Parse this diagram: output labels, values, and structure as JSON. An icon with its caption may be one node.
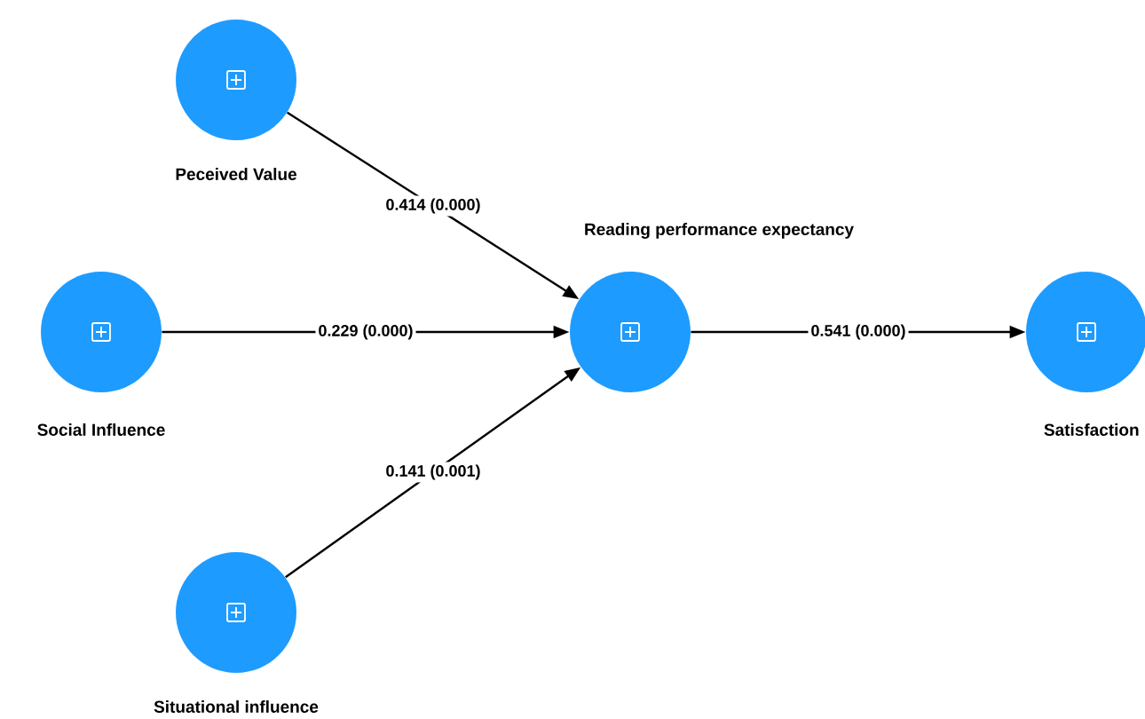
{
  "diagram": {
    "nodes": [
      {
        "text": [
          "Peceived Value"
        ]
      },
      {
        "text": [
          "Social Influence"
        ]
      },
      {
        "text": [
          "Situational influence"
        ]
      },
      {
        "text": [
          "Reading performance expectancy"
        ]
      },
      {
        "text": [
          "Satisfaction"
        ]
      }
    ],
    "edges": [
      {
        "from": 0,
        "to": 3,
        "arrow": "to",
        "label": "0.414 (0.000)"
      },
      {
        "from": 1,
        "to": 3,
        "arrow": "to",
        "label": "0.229 (0.000)"
      },
      {
        "from": 2,
        "to": 3,
        "arrow": "to",
        "label": "0.141 (0.001)"
      },
      {
        "from": 3,
        "to": 4,
        "arrow": "to",
        "label": "0.541 (0.000)"
      }
    ]
  }
}
